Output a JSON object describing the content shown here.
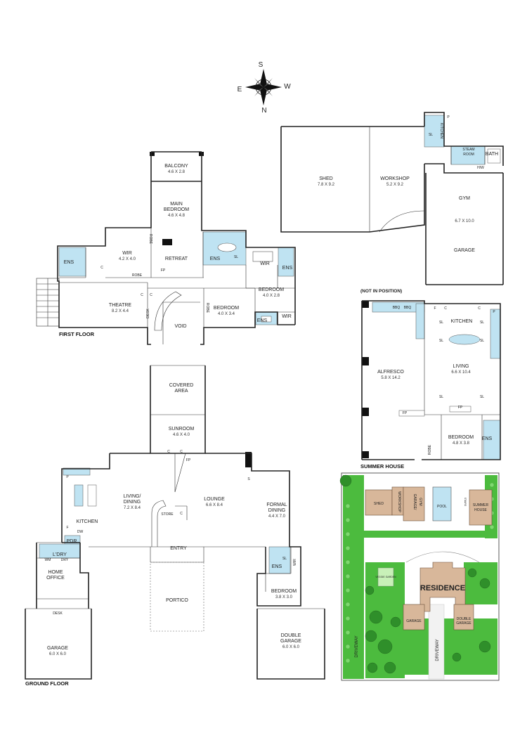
{
  "compass": {
    "n": "N",
    "s": "S",
    "e": "E",
    "w": "W"
  },
  "captions": {
    "first_floor": "FIRST FLOOR",
    "ground_floor": "GROUND FLOOR",
    "summer_house": "SUMMER HOUSE",
    "not_in_position": "(NOT IN POSITION)"
  },
  "first_floor": {
    "balcony": {
      "name": "BALCONY",
      "dim": "4.6 X 2.8"
    },
    "main_bedroom": {
      "name1": "MAIN",
      "name2": "BEDROOM",
      "dim": "4.6 X 4.8"
    },
    "wir_left": {
      "name": "WIR",
      "dim": "4.2 X 4.0"
    },
    "retreat": "RETREAT",
    "ens_left": "ENS",
    "ens_main": "ENS",
    "wir_right": "WIR",
    "ens_right": "ENS",
    "robe_top": "ROBE",
    "robe_mid": "ROBE",
    "robe_bed": "ROBE",
    "fp": "FP",
    "c": "C",
    "sl": "SL",
    "bedroom_right": {
      "name": "BEDROOM",
      "dim": "4.0 X 2.8"
    },
    "theatre": {
      "name": "THEATRE",
      "dim": "8.2 X 4.4"
    },
    "desk": "DESK",
    "void": "VOID",
    "bedroom_mid": {
      "name": "BEDROOM",
      "dim": "4.0 X 3.4"
    },
    "ens_bottom": "ENS",
    "wir_bottom": "WIR"
  },
  "outbuilding": {
    "shed": {
      "name": "SHED",
      "dim": "7.8 X 9.2"
    },
    "workshop": {
      "name": "WORKSHOP",
      "dim": "5.2 X 9.2"
    },
    "kitchen": "KITCHEN",
    "p": "P",
    "steam_room1": "STEAM",
    "steam_room2": "ROOM",
    "bath": "BATH",
    "gym": {
      "name": "GYM",
      "dim": "6.7 X 10.0"
    },
    "garage": "GARAGE",
    "sl": "SL",
    "hw": "H/W"
  },
  "summer_house": {
    "bbq1": "BBQ",
    "bbq2": "BBQ",
    "kitchen": "KITCHEN",
    "f": "F",
    "c": "C",
    "p": "P",
    "alfresco": {
      "name": "ALFRESCO",
      "dim": "5.8 X 14.2"
    },
    "living": {
      "name": "LIVING",
      "dim": "6.6 X 10.4"
    },
    "fp": "FP",
    "bedroom": {
      "name": "BEDROOM",
      "dim": "4.8 X 3.8"
    },
    "ens": "ENS",
    "robe": "ROBE",
    "sl": "SL"
  },
  "ground_floor": {
    "covered_area1": "COVERED",
    "covered_area2": "AREA",
    "sunroom": {
      "name": "SUNROOM",
      "dim": "4.6 X 4.0"
    },
    "living_dining1": "LIVING/",
    "living_dining2": "DINING",
    "living_dining_dim": "7.2 X 8.4",
    "lounge": {
      "name": "LOUNGE",
      "dim": "6.6 X 8.4"
    },
    "formal_dining1": "FORMAL",
    "formal_dining2": "DINING",
    "formal_dining_dim": "4.4 X 7.0",
    "kitchen": "KITCHEN",
    "p": "P",
    "f": "F",
    "dw": "DW",
    "c": "C",
    "s": "S",
    "fp": "FP",
    "store": "STORE",
    "entry": "ENTRY",
    "portico": "PORTICO",
    "pdr": "PDR",
    "ldry": "L'DRY",
    "wm": "WM",
    "dry": "DRY",
    "home_office1": "HOME",
    "home_office2": "OFFICE",
    "desk": "DESK",
    "garage": {
      "name": "GARAGE",
      "dim": "6.0 X 6.0"
    },
    "ens": "ENS",
    "wir": "WIR",
    "bedroom": {
      "name": "BEDROOM",
      "dim": "3.8 X 3.0"
    },
    "double_garage1": "DOUBLE",
    "double_garage2": "GARAGE",
    "double_garage_dim": "6.0 X 6.0",
    "sl": "SL"
  },
  "site_plan": {
    "shed": "SHED",
    "workshop": "WORKSHOP",
    "garage_gym1": "GARAGE/",
    "garage_gym2": "GYM",
    "pool": "POOL",
    "summer_house1": "SUMMER",
    "summer_house2": "HOUSE",
    "residence": "RESIDENCE",
    "garage": "GARAGE",
    "double_garage1": "DOUBLE",
    "double_garage2": "GARAGE",
    "driveway_left": "DRIVEWAY",
    "driveway_right": "DRIVEWAY",
    "veggie_garden": "VEGGIE GARDEN",
    "stairs": "STAIRS"
  },
  "colors": {
    "wet_area": "#bfe3f2",
    "lawn": "#4cbb3e",
    "lawn_dark": "#2f8f2a",
    "building": "#d8b79a",
    "pool": "#bfe3f2"
  }
}
